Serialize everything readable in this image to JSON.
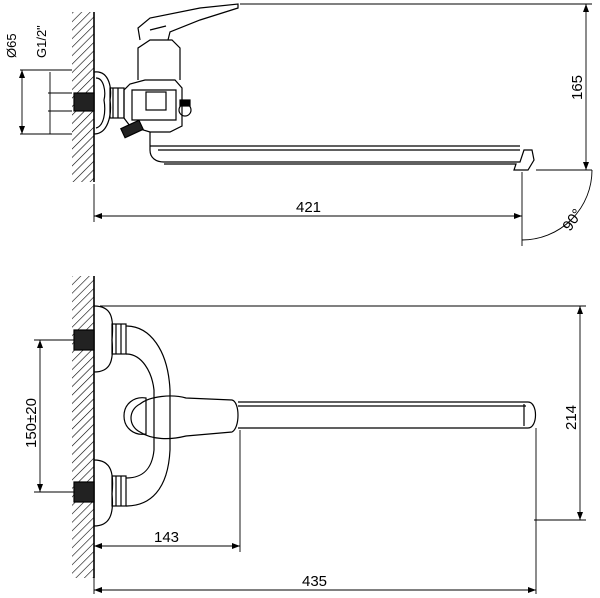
{
  "dimensions": {
    "connection_diameter": "Ø65",
    "thread_size": "G1/2\"",
    "overall_height": "165",
    "side_spout_reach": "421",
    "spout_angle": "90°",
    "center_distance": "150±20",
    "top_depth": "214",
    "handle_offset": "143",
    "total_reach": "435"
  },
  "colors": {
    "line": "#000000",
    "background": "#ffffff",
    "wall_hatch": "#000000"
  }
}
